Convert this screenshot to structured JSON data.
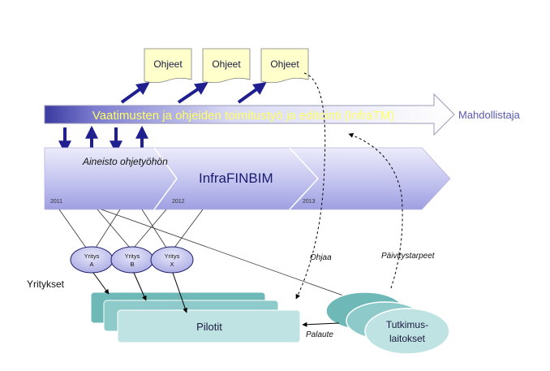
{
  "docs": [
    {
      "label": "Ohjeet"
    },
    {
      "label": "Ohjeet"
    },
    {
      "label": "Ohjeet"
    }
  ],
  "banner": {
    "title": "Vaatimusten ja ohjeiden toimitustyö ja editointi (InfraTM)",
    "enabler_label": "Mahdollistaja"
  },
  "program": {
    "title": "InfraFINBIM",
    "sublabel": "Aineisto ohjetyöhön",
    "years": [
      "2011",
      "2012",
      "2013"
    ]
  },
  "companies": {
    "group_label": "Yritykset",
    "items": [
      {
        "line1": "Yritys",
        "line2": "A"
      },
      {
        "line1": "Yritys",
        "line2": "B"
      },
      {
        "line1": "Yritys",
        "line2": "X"
      }
    ]
  },
  "pilots": {
    "label": "Pilotit"
  },
  "research": {
    "line1": "Tutkimus-",
    "line2": "laitokset"
  },
  "flows": {
    "guides": "Ohjaa",
    "update_needs": "Päivitystarpeet",
    "feedback": "Palaute"
  },
  "colors": {
    "navy": "#1f1f8f",
    "banner_text": "#ffff66",
    "enabler_text": "#5a5ab0",
    "doc_fill": "#ffffcc",
    "pilot_fill": "#bfe3e3",
    "pilot_shadow": "#6fb8b8",
    "company_fill": "#c8c8f0"
  }
}
